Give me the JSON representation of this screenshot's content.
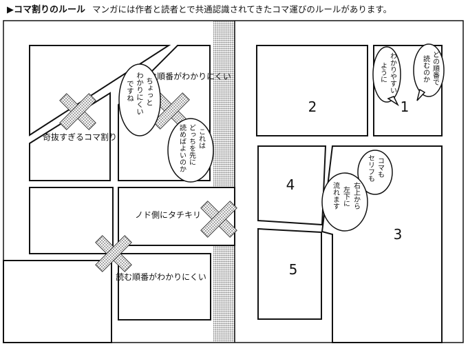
{
  "header": {
    "title": "▶コマ割りのルール",
    "subtitle": "マンガには作者と読者とで共通認識されてきたコマ運びのルールがあります。"
  },
  "left_page": {
    "labels": {
      "odd_panels": "奇抜すぎるコマ割り",
      "hard_order_top": "読む順番がわかりにくい",
      "gutter_tachikiri": "ノド側にタチキリ",
      "hard_order_bottom": "読む順番がわかりにくい"
    },
    "bubbles": {
      "chotto": [
        "ちょっと",
        "わかりにくい",
        "ですね"
      ],
      "korewa": [
        "これは",
        "どっちを先に",
        "読めばよいのか"
      ]
    }
  },
  "right_page": {
    "panel_numbers": [
      "1",
      "2",
      "3",
      "4",
      "5"
    ],
    "bubbles": {
      "dono": [
        "どの順番で",
        "読むのか"
      ],
      "wakari": [
        "わかりやすい",
        "ように"
      ],
      "koma": [
        "コマも",
        "セリフも"
      ],
      "migi": [
        "右上から",
        "左下に",
        "流れます"
      ]
    }
  },
  "colors": {
    "line": "#111111",
    "tone": "#9a9a9a",
    "paper": "#ffffff"
  }
}
